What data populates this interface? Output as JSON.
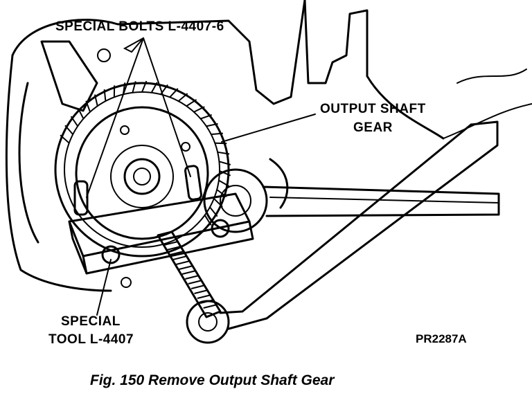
{
  "labels": {
    "special_bolts": "SPECIAL BOLTS L-4407-6",
    "output_shaft_gear_line1": "OUTPUT SHAFT",
    "output_shaft_gear_line2": "GEAR",
    "special_tool_line1": "SPECIAL",
    "special_tool_line2": "TOOL L-4407",
    "figure_code": "PR2287A"
  },
  "caption": "Fig. 150 Remove Output Shaft Gear",
  "colors": {
    "ink": "#000000",
    "paper": "#ffffff"
  }
}
